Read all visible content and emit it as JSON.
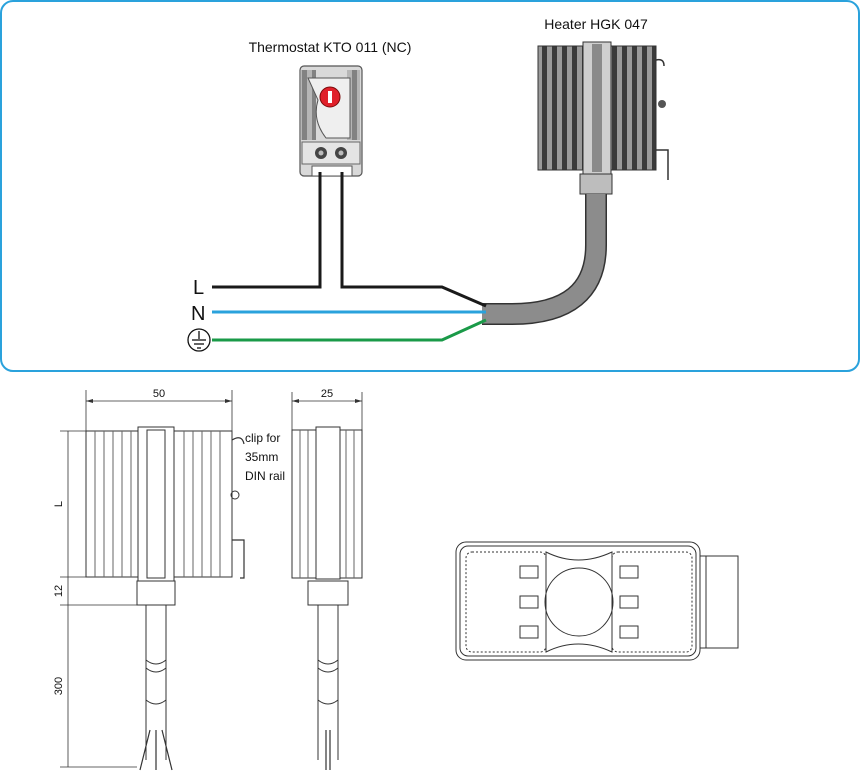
{
  "wiring": {
    "thermostat_label": "Thermostat KTO 011 (NC)",
    "heater_label": "Heater HGK 047",
    "line_L": "L",
    "line_N": "N",
    "colors": {
      "frame": "#2aa2dc",
      "wire_L": "#1a1a1a",
      "wire_N": "#2aa2dc",
      "wire_PE": "#1a9a48",
      "knob": "#e0202a",
      "cable": "#8c8c8c"
    }
  },
  "drawing": {
    "dim_width": "50",
    "dim_depth": "25",
    "dim_length": "L",
    "dim_connector": "12",
    "dim_cable": "300",
    "clip_note": [
      "clip for",
      "35mm",
      "DIN rail"
    ]
  }
}
